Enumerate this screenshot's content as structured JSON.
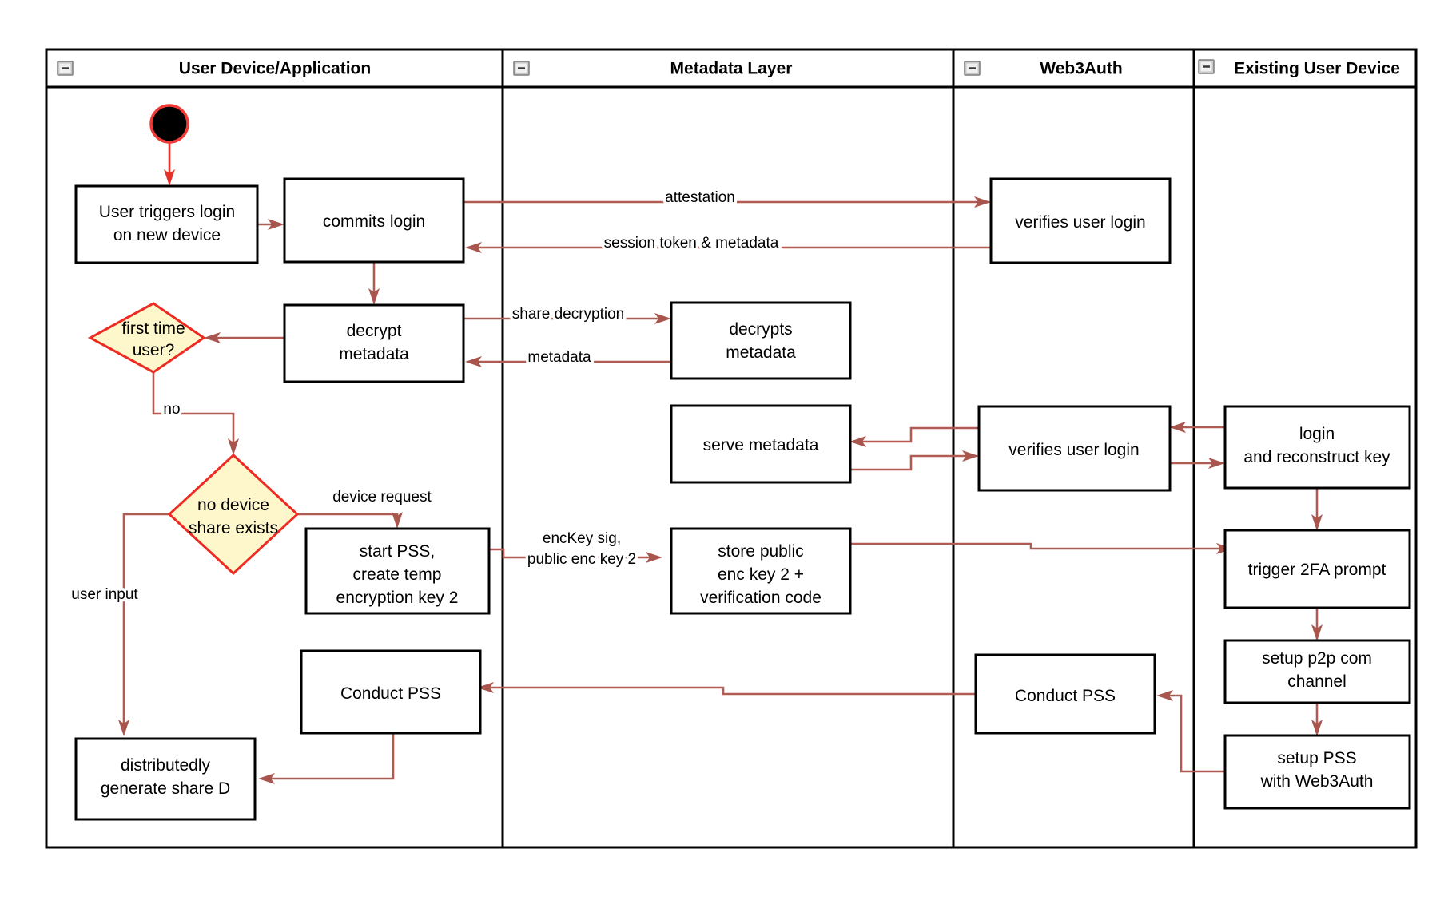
{
  "diagram": {
    "title": "Web3Auth new device login activity diagram",
    "type": "swimlane-activity-diagram",
    "colors": {
      "lane_border": "#000000",
      "node_border": "#000000",
      "node_fill": "#ffffff",
      "decision_fill": "#fff7cc",
      "decision_border": "#ee2b22",
      "edge": "#b05c54",
      "start_node_fill": "#000000",
      "start_node_ring": "#ef3b36"
    }
  },
  "lanes": [
    {
      "id": "lane-user-device",
      "label": "User Device/Application",
      "collapse_icon": "minus-box-icon"
    },
    {
      "id": "lane-metadata-layer",
      "label": "Metadata Layer",
      "collapse_icon": "minus-box-icon"
    },
    {
      "id": "lane-web3auth",
      "label": "Web3Auth",
      "collapse_icon": "minus-box-icon"
    },
    {
      "id": "lane-existing-user-device",
      "label": "Existing User Device",
      "collapse_icon": "minus-box-icon"
    }
  ],
  "nodes": [
    {
      "id": "start",
      "lane": "lane-user-device",
      "shape": "initial-node",
      "label": ""
    },
    {
      "id": "user-triggers-login",
      "lane": "lane-user-device",
      "shape": "activity",
      "label": "User triggers login\non new device",
      "lines": [
        "User triggers login",
        "on new device"
      ]
    },
    {
      "id": "commits-login",
      "lane": "lane-user-device",
      "shape": "activity",
      "label": "commits login",
      "lines": [
        "commits login"
      ]
    },
    {
      "id": "decrypt-metadata",
      "lane": "lane-user-device",
      "shape": "activity",
      "label": "decrypt\nmetadata",
      "lines": [
        "decrypt",
        "metadata"
      ]
    },
    {
      "id": "first-time-user",
      "lane": "lane-user-device",
      "shape": "decision",
      "label": "first time\nuser?",
      "lines": [
        "first time",
        "user?"
      ]
    },
    {
      "id": "no-device-share-exists",
      "lane": "lane-user-device",
      "shape": "decision",
      "label": "no device\nshare exists",
      "lines": [
        "no device",
        "share exists"
      ]
    },
    {
      "id": "start-pss-create-temp-key",
      "lane": "lane-user-device",
      "shape": "activity",
      "label": "start PSS,\ncreate temp\nencryption key 2",
      "lines": [
        "start PSS,",
        "create temp",
        "encryption key 2"
      ]
    },
    {
      "id": "conduct-pss-user",
      "lane": "lane-user-device",
      "shape": "activity",
      "label": "Conduct PSS",
      "lines": [
        "Conduct PSS"
      ]
    },
    {
      "id": "distributedly-generate-share-d",
      "lane": "lane-user-device",
      "shape": "activity",
      "label": "distributedly\ngenerate share D",
      "lines": [
        "distributedly",
        "generate share D"
      ]
    },
    {
      "id": "decrypts-metadata",
      "lane": "lane-metadata-layer",
      "shape": "activity",
      "label": "decrypts\nmetadata",
      "lines": [
        "decrypts",
        "metadata"
      ]
    },
    {
      "id": "serve-metadata",
      "lane": "lane-metadata-layer",
      "shape": "activity",
      "label": "serve metadata",
      "lines": [
        "serve metadata"
      ]
    },
    {
      "id": "store-public-enc-key-2",
      "lane": "lane-metadata-layer",
      "shape": "activity",
      "label": "store public\nenc key 2 +\nverification code",
      "lines": [
        "store public",
        "enc key 2 +",
        "verification code"
      ]
    },
    {
      "id": "verifies-user-login-top",
      "lane": "lane-web3auth",
      "shape": "activity",
      "label": "verifies user login",
      "lines": [
        "verifies user login"
      ]
    },
    {
      "id": "verifies-user-login-bottom",
      "lane": "lane-web3auth",
      "shape": "activity",
      "label": "verifies user login",
      "lines": [
        "verifies user login"
      ]
    },
    {
      "id": "conduct-pss-web3auth",
      "lane": "lane-web3auth",
      "shape": "activity",
      "label": "Conduct PSS",
      "lines": [
        "Conduct PSS"
      ]
    },
    {
      "id": "login-and-reconstruct-key",
      "lane": "lane-existing-user-device",
      "shape": "activity",
      "label": "login\nand reconstruct key",
      "lines": [
        "login",
        "and reconstruct key"
      ]
    },
    {
      "id": "trigger-2fa-prompt",
      "lane": "lane-existing-user-device",
      "shape": "activity",
      "label": "trigger 2FA prompt",
      "lines": [
        "trigger 2FA prompt"
      ]
    },
    {
      "id": "setup-p2p-com-channel",
      "lane": "lane-existing-user-device",
      "shape": "activity",
      "label": "setup p2p com\nchannel",
      "lines": [
        "setup p2p com",
        "channel"
      ]
    },
    {
      "id": "setup-pss-with-web3auth",
      "lane": "lane-existing-user-device",
      "shape": "activity",
      "label": "setup PSS\nwith Web3Auth",
      "lines": [
        "setup PSS",
        "with Web3Auth"
      ]
    }
  ],
  "edges": [
    {
      "id": "e-start-to-trigger",
      "from": "start",
      "to": "user-triggers-login",
      "label": ""
    },
    {
      "id": "e-trigger-to-commits",
      "from": "user-triggers-login",
      "to": "commits-login",
      "label": ""
    },
    {
      "id": "e-commits-to-verifies",
      "from": "commits-login",
      "to": "verifies-user-login-top",
      "label": "attestation"
    },
    {
      "id": "e-verifies-to-commits",
      "from": "verifies-user-login-top",
      "to": "commits-login",
      "label": "session token & metadata"
    },
    {
      "id": "e-commits-to-decrypt",
      "from": "commits-login",
      "to": "decrypt-metadata",
      "label": ""
    },
    {
      "id": "e-decrypt-to-decrypts",
      "from": "decrypt-metadata",
      "to": "decrypts-metadata",
      "label": "share decryption"
    },
    {
      "id": "e-decrypts-to-decrypt",
      "from": "decrypts-metadata",
      "to": "decrypt-metadata",
      "label": "metadata"
    },
    {
      "id": "e-decrypt-to-firsttime",
      "from": "decrypt-metadata",
      "to": "first-time-user",
      "label": ""
    },
    {
      "id": "e-firsttime-to-nodevice",
      "from": "first-time-user",
      "to": "no-device-share-exists",
      "label": "no"
    },
    {
      "id": "e-nodevice-to-startpss",
      "from": "no-device-share-exists",
      "to": "start-pss-create-temp-key",
      "label": "device request"
    },
    {
      "id": "e-nodevice-to-distributedly",
      "from": "no-device-share-exists",
      "to": "distributedly-generate-share-d",
      "label": "user input"
    },
    {
      "id": "e-startpss-to-store",
      "from": "start-pss-create-temp-key",
      "to": "store-public-enc-key-2",
      "label": "encKey sig,\npublic enc key 2",
      "label_lines": [
        "encKey sig,",
        "public enc key 2"
      ]
    },
    {
      "id": "e-login-to-verifies2",
      "from": "login-and-reconstruct-key",
      "to": "verifies-user-login-bottom",
      "label": ""
    },
    {
      "id": "e-verifies2-to-serve",
      "from": "verifies-user-login-bottom",
      "to": "serve-metadata",
      "label": ""
    },
    {
      "id": "e-serve-to-verifies2",
      "from": "serve-metadata",
      "to": "verifies-user-login-bottom",
      "label": ""
    },
    {
      "id": "e-verifies2-to-login",
      "from": "verifies-user-login-bottom",
      "to": "login-and-reconstruct-key",
      "label": ""
    },
    {
      "id": "e-login-to-trigger2fa",
      "from": "login-and-reconstruct-key",
      "to": "trigger-2fa-prompt",
      "label": ""
    },
    {
      "id": "e-store-to-trigger2fa",
      "from": "store-public-enc-key-2",
      "to": "trigger-2fa-prompt",
      "label": ""
    },
    {
      "id": "e-trigger2fa-to-p2p",
      "from": "trigger-2fa-prompt",
      "to": "setup-p2p-com-channel",
      "label": ""
    },
    {
      "id": "e-p2p-to-setuppss",
      "from": "setup-p2p-com-channel",
      "to": "setup-pss-with-web3auth",
      "label": ""
    },
    {
      "id": "e-setuppss-to-conductpss-web3auth",
      "from": "setup-pss-with-web3auth",
      "to": "conduct-pss-web3auth",
      "label": ""
    },
    {
      "id": "e-conductpss-web3auth-to-conductpss-user",
      "from": "conduct-pss-web3auth",
      "to": "conduct-pss-user",
      "label": ""
    },
    {
      "id": "e-conductpss-user-to-distributedly",
      "from": "conduct-pss-user",
      "to": "distributedly-generate-share-d",
      "label": ""
    }
  ]
}
